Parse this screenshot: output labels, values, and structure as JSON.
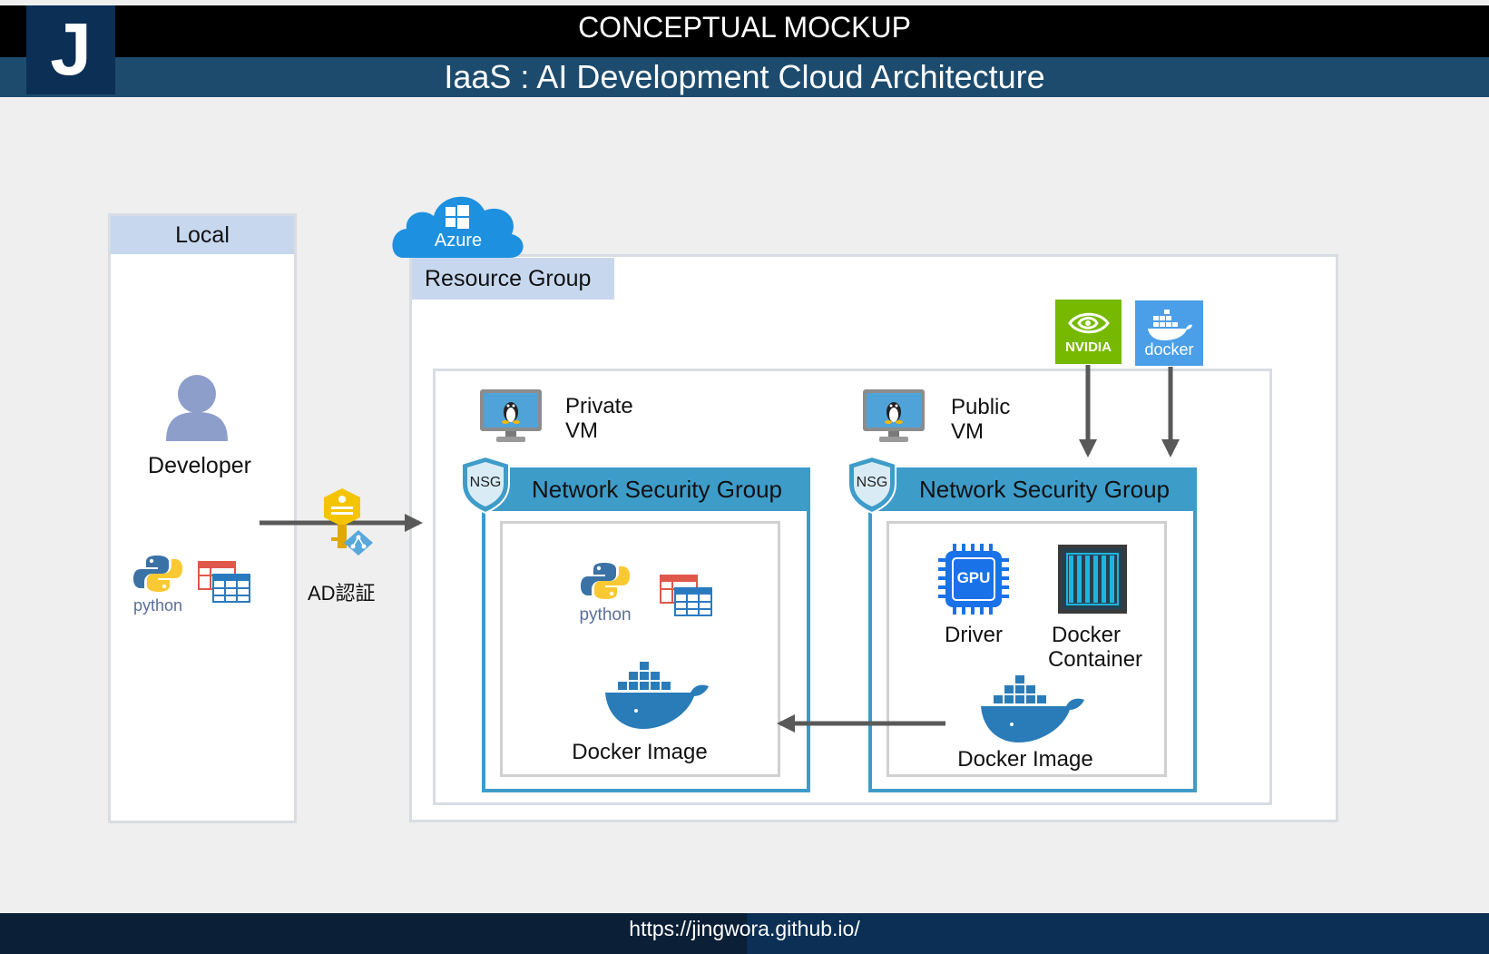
{
  "header": {
    "logo_letter": "J",
    "title": "CONCEPTUAL MOCKUP",
    "subtitle": "IaaS : AI Development Cloud  Architecture"
  },
  "footer": {
    "url": "https://jingwora.github.io/"
  },
  "local": {
    "title": "Local",
    "developer_label": "Developer",
    "python_label": "python"
  },
  "auth": {
    "label": "AD認証"
  },
  "azure": {
    "cloud_label": "Azure",
    "resource_group_label": "Resource Group",
    "nvidia_label": "NVIDIA",
    "docker_badge_label": "docker",
    "private_vm": {
      "label_line1": "Private",
      "label_line2": "VM",
      "nsg_badge": "NSG",
      "nsg_title": "Network Security Group",
      "python_label": "python",
      "docker_image_label": "Docker Image"
    },
    "public_vm": {
      "label_line1": "Public",
      "label_line2": "VM",
      "nsg_badge": "NSG",
      "nsg_title": "Network Security Group",
      "gpu_chip_label": "GPU",
      "driver_label": "Driver",
      "container_label_line1": "Docker",
      "container_label_line2": "Container",
      "docker_image_label": "Docker Image"
    }
  },
  "colors": {
    "header_black": "#000000",
    "header_blue": "#1c4b6e",
    "nsg_blue": "#3e9cc9",
    "label_bar": "#c7d8ee",
    "nvidia_green": "#76b900",
    "docker_blue": "#2496ed",
    "key_yellow": "#f5c400"
  }
}
